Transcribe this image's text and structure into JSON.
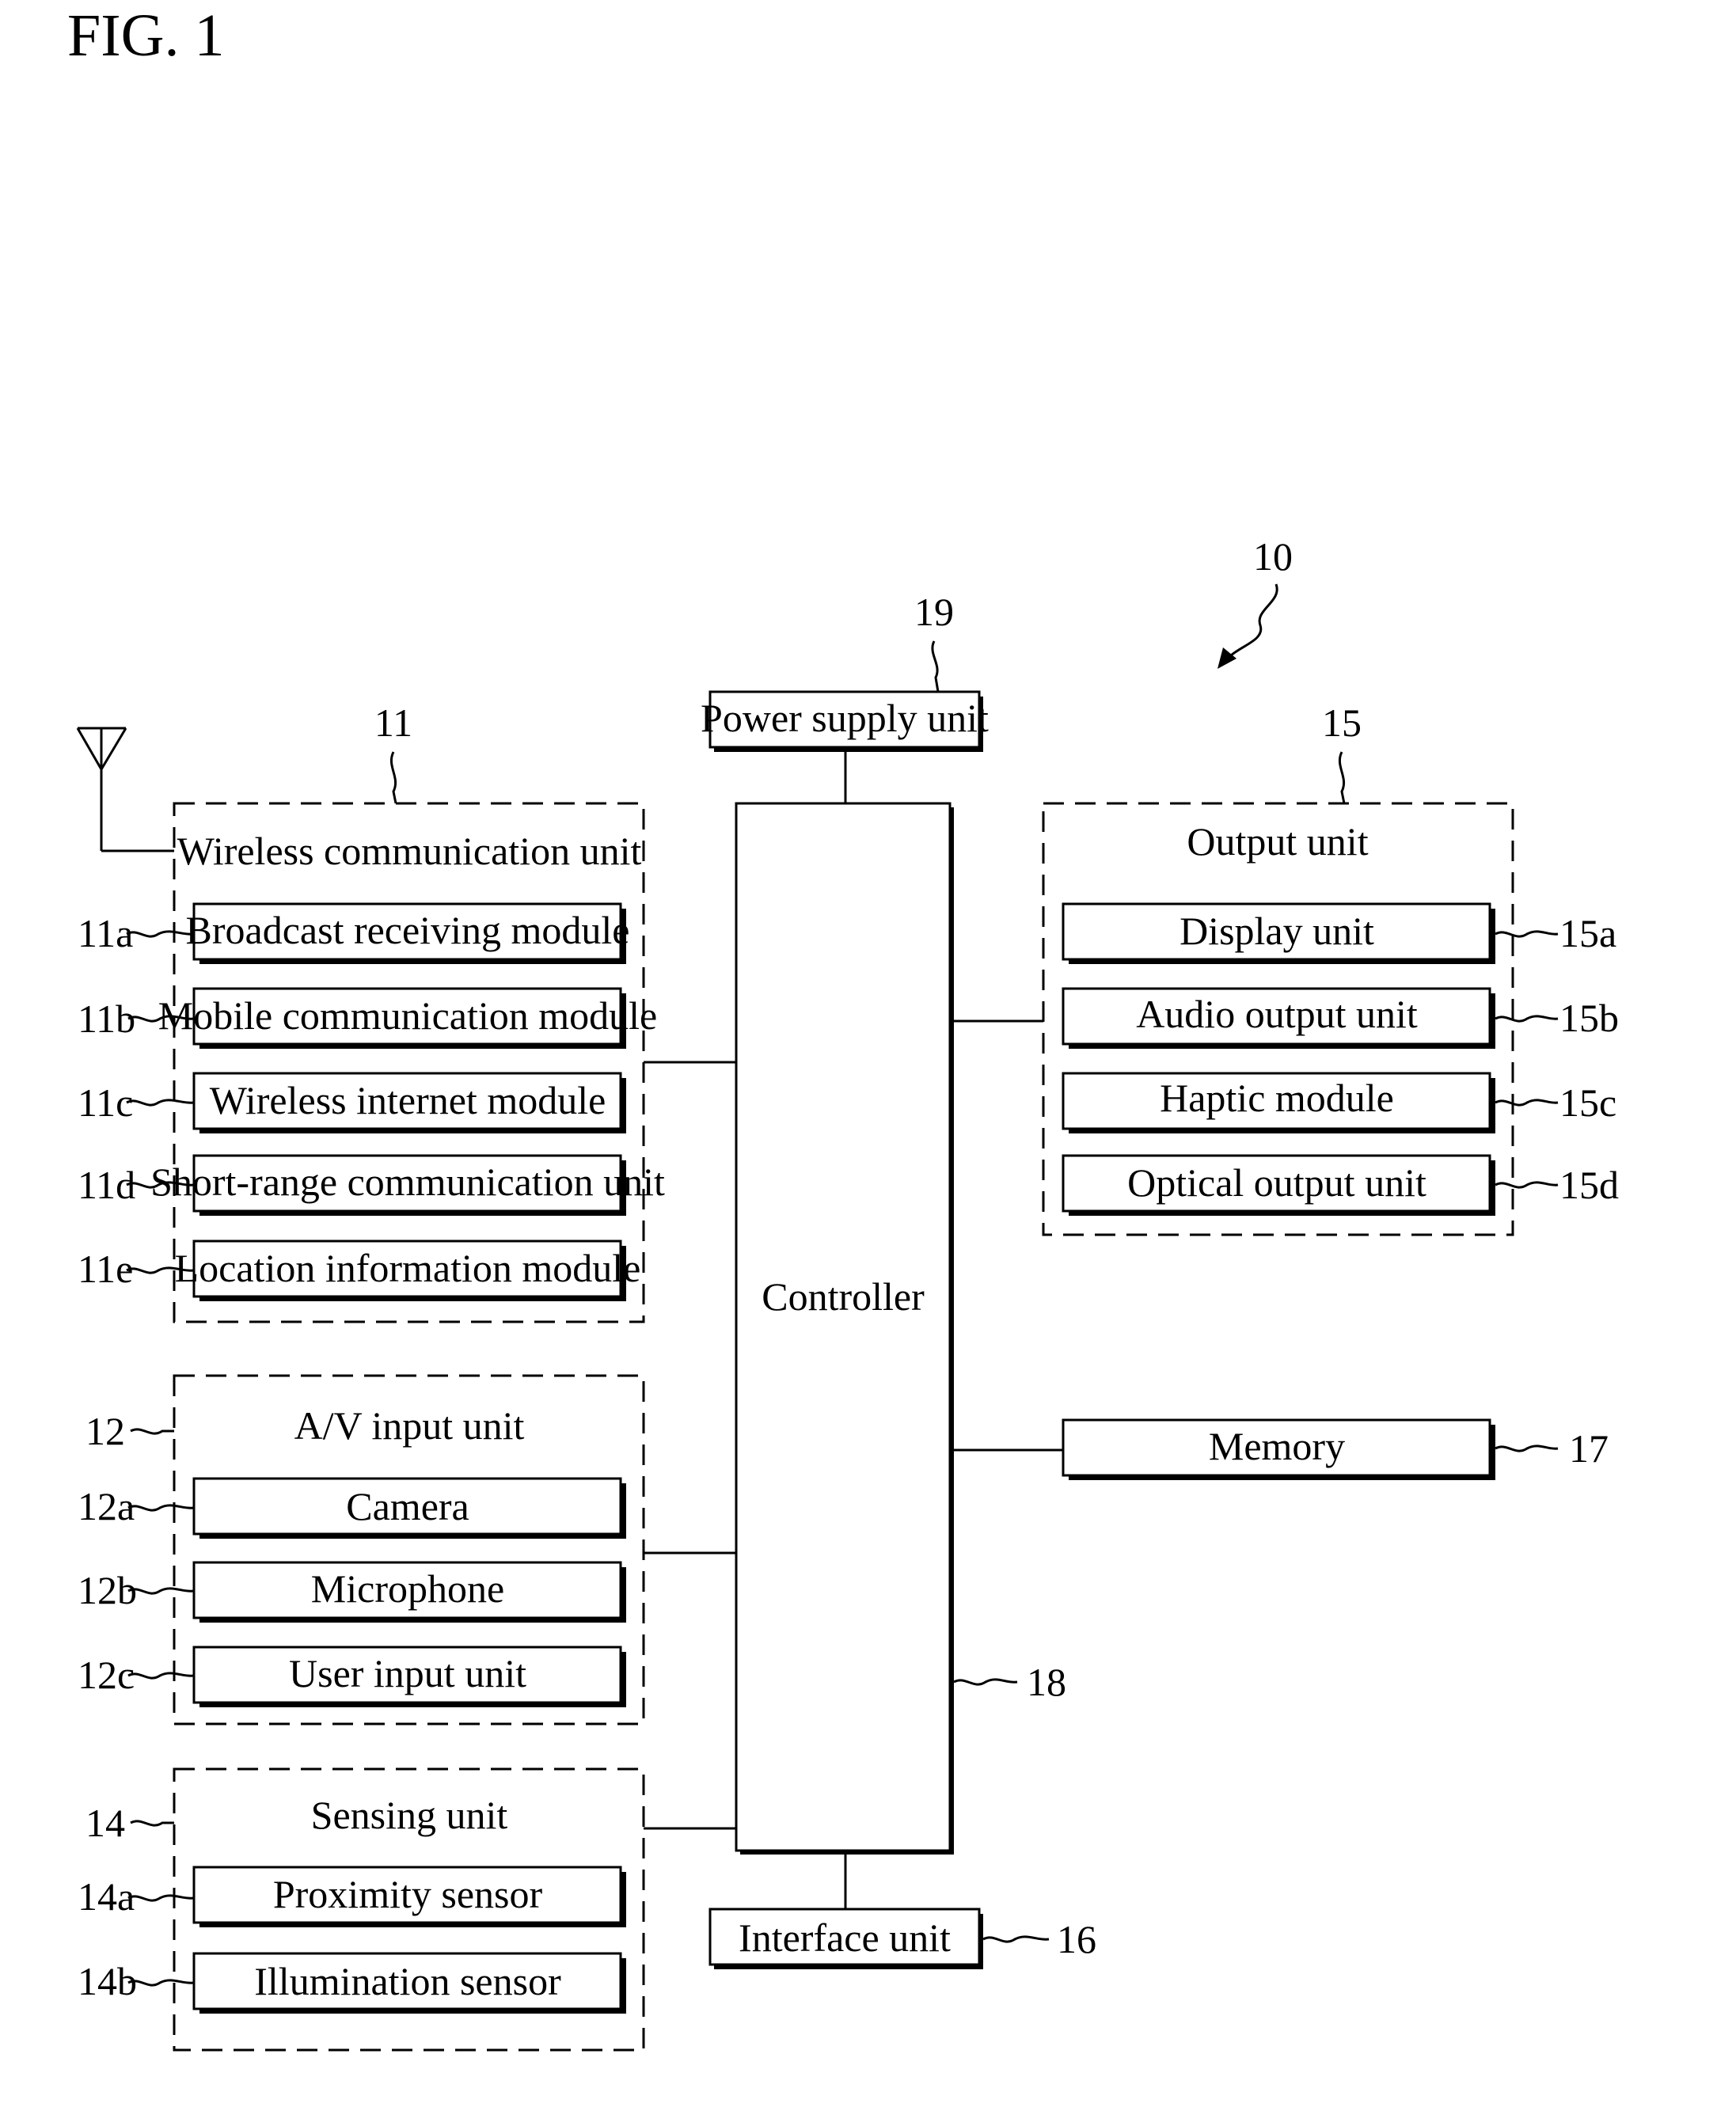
{
  "figure_title": "FIG. 1",
  "device_ref": "10",
  "wireless_unit": {
    "ref": "11",
    "title": "Wireless communication unit",
    "modules": [
      {
        "ref": "11a",
        "label": "Broadcast receiving module"
      },
      {
        "ref": "11b",
        "label": "Mobile communication module"
      },
      {
        "ref": "11c",
        "label": "Wireless internet module"
      },
      {
        "ref": "11d",
        "label": "Short-range communication unit"
      },
      {
        "ref": "11e",
        "label": "Location information module"
      }
    ]
  },
  "av_unit": {
    "ref": "12",
    "title": "A/V input unit",
    "modules": [
      {
        "ref": "12a",
        "label": "Camera"
      },
      {
        "ref": "12b",
        "label": "Microphone"
      },
      {
        "ref": "12c",
        "label": "User input unit"
      }
    ]
  },
  "sensing_unit": {
    "ref": "14",
    "title": "Sensing unit",
    "modules": [
      {
        "ref": "14a",
        "label": "Proximity sensor"
      },
      {
        "ref": "14b",
        "label": "Illumination sensor"
      }
    ]
  },
  "output_unit": {
    "ref": "15",
    "title": "Output unit",
    "modules": [
      {
        "ref": "15a",
        "label": "Display unit"
      },
      {
        "ref": "15b",
        "label": "Audio output unit"
      },
      {
        "ref": "15c",
        "label": "Haptic module"
      },
      {
        "ref": "15d",
        "label": "Optical output unit"
      }
    ]
  },
  "interface_unit": {
    "ref": "16",
    "label": "Interface unit"
  },
  "memory": {
    "ref": "17",
    "label": "Memory"
  },
  "controller": {
    "ref": "18",
    "label": "Controller"
  },
  "power_supply": {
    "ref": "19",
    "label": "Power supply unit"
  }
}
